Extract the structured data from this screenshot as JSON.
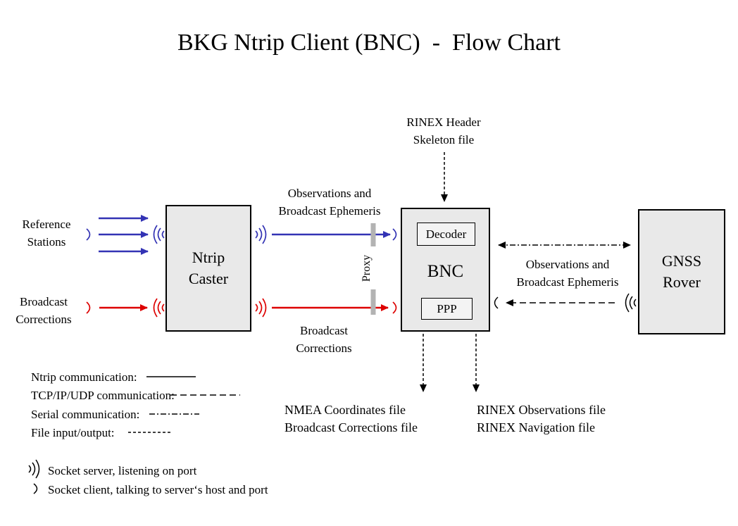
{
  "title": "BKG Ntrip Client (BNC)  -  Flow Chart",
  "colors": {
    "ntrip_blue": "#3333b4",
    "corrections_red": "#dd0000",
    "box_fill": "#e9e9e9",
    "subbox_fill": "#f3f3f3",
    "proxy_gray": "#b3b3b3",
    "line_black": "#000000"
  },
  "nodes": {
    "ntrip_caster": "Ntrip\nCaster",
    "bnc": "BNC",
    "decoder": "Decoder",
    "ppp": "PPP",
    "gnss_rover": "GNSS\nRover",
    "proxy": "Proxy"
  },
  "labels": {
    "reference_stations": "Reference\nStations",
    "broadcast_corrections_input": "Broadcast\nCorrections",
    "observations_ephemeris_top": "Observations and\nBroadcast Ephemeris",
    "broadcast_corrections_mid": "Broadcast\nCorrections",
    "rinex_header_skeleton": "RINEX Header\nSkeleton file",
    "observations_ephemeris_right": "Observations and\nBroadcast Ephemeris",
    "nmea_files": "NMEA Coordinates file\nBroadcast Corrections file",
    "rinex_files": "RINEX Observations file\nRINEX Navigation file"
  },
  "legend": {
    "ntrip": "Ntrip communication:",
    "tcp": "TCP/IP/UDP communication:",
    "serial": "Serial communication:",
    "file": "File input/output:",
    "socket_server": "Socket server, listening on port",
    "socket_client": "Socket client, talking to server‘s host and port"
  }
}
